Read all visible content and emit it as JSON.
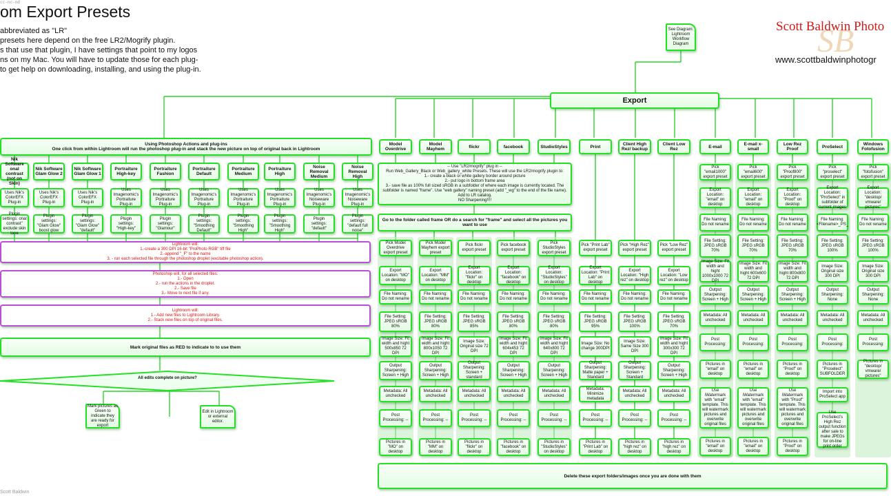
{
  "header": {
    "title": "om Export Presets",
    "intro_lines": [
      "abbreviated as \"LR\"",
      "presets here depend on the free LR2/Mogrify plugin.",
      "s that use that plugin, I have settings that point to my logos",
      "ns on my Mac. You will have to update those for each plug-",
      "to get help on downloading, installing, and using the plug-in."
    ],
    "corner_top": "cc-nc-nd",
    "corner_bottom": "Scott Baldwin"
  },
  "logo": {
    "initials": "SB",
    "name": "Scott Baldwin Photo",
    "url": "www.scottbaldwinphotogr"
  },
  "colors": {
    "node_border": "#24e024",
    "connector": "#2cd42c",
    "lightroom_box_border": "#b94fd6",
    "lightroom_text": "#dd1111",
    "name_red": "#d11a1a"
  },
  "diagram": {
    "see_diagram": "See Diagram: Lightroom Workflow Diagram",
    "export_root": "Export",
    "ps_section": {
      "header_line1": "Using Photoshop Actions and plug-ins",
      "header_line2": "One click from within Lightroom will run the photoshop plug-in and stack the new picture on top of original back in Lightroom",
      "columns": [
        {
          "name": "Nik Software onal contrast (not on Skin)",
          "plugin": "Uses Nik's ColorEFX Plug-in",
          "settings": "Plugin settings: onal contrast\" exclude skin tone"
        },
        {
          "name": "Nik Software Glam Glow 2",
          "plugin": "Uses Nik's ColorEFX Plug-in",
          "settings": "Plugin settings: \"Glam Glow\" boost glow"
        },
        {
          "name": "Nik Software Glam Glow 1",
          "plugin": "Uses Nik's ColorEFX Plug-in",
          "settings": "Plugin settings: \"Glam Glow\" \"default\""
        },
        {
          "name": "Portraiture High-key",
          "plugin": "Uses Imagenomic's Portraiture Plug-in",
          "settings": "Plugin settings: \"High-key\""
        },
        {
          "name": "Portraiture Fashion",
          "plugin": "Uses Imagenomic's Portraiture Plug-in",
          "settings": "Plugin settings: \"Glamour\""
        },
        {
          "name": "Portraiture Default",
          "plugin": "Uses Imagenomic's Portraiture Plug-in",
          "settings": "Plugin settings: \"Smoothing Default\""
        },
        {
          "name": "Portraiture Medium",
          "plugin": "Uses Imagenomic's Portraiture Plug-in",
          "settings": "Plugin settings: \"Smoothing High\""
        },
        {
          "name": "Portraiture High",
          "plugin": "Uses Imagenomic's Portraiture Plug-in",
          "settings": "Plugin settings: \"Smoothing High\""
        },
        {
          "name": "Noise Removal Medium",
          "plugin": "Uses Imagenomic's Noiseware Plug-in",
          "settings": "Plugin settings: \"default\""
        },
        {
          "name": "Noise Removal High",
          "plugin": "Uses Imagenomic's Noiseware Plug-in",
          "settings": "Plugin settings: \"default full noise\""
        }
      ],
      "lr_will_1_title": "Lightroom will:",
      "lr_will_1_lines": [
        "1.-create a 300 DPI 16-bit \"ProPhoto RGB\" tiff file",
        "2.-append \"_F\" to the name",
        "3. - run each selected file through the photoshop droplet (excitable photoshop action)."
      ],
      "ps_will_title": "Photoshop will, for all selected files:",
      "ps_will_lines": [
        "1.- Open",
        "2.- run the actions in the droplet.",
        "2.- Save file",
        "3.- Move to next file if any."
      ],
      "lr_will_2_title": "Lightroom will:",
      "lr_will_2_lines": [
        "1.- Add new files to Lightroom Library.",
        "2.- Stack new files on top of original files."
      ],
      "mark_red": "Mark original files as RED to indicate to to use them",
      "all_edits": "All edits complete on picture?",
      "mark_green": "Mark pictures as Green to indicate they are ready for export",
      "edit_lr": "Edit in Lightroom or external editor."
    },
    "mogrify": {
      "lines": [
        "-- Use \"LR2/mogrify\" plug in --",
        "Run Web_Gallery_Black or Web_gallery_white Presets. These will use the LR2/mogrify plugin to:",
        "1.- create a black or white gallery border around picture",
        "2.- put logo in bottom frame area",
        "3.- save file as 100% full sized sRGB in a subfolder of where each image is currently located. The subfolder is named \"frame\". Use \"web gallery\" naming preset (add \"_wg\" to the end of the file name). Add to LR catalog.",
        "NO Sharpening!!!!"
      ],
      "goto_folder": "Go to the folder called frame  OR  do a search for \"frame\" and select all the pictures you want to use"
    },
    "export_columns": [
      {
        "name": "Model Overdrive",
        "pick": "Pick Model Overdrive export preset",
        "location": "Export Location: \"MO\" on desktop",
        "naming": "File Naming: Do not rename",
        "setting": "File Setting: JPEG sRGB 80%",
        "size": "Image Size: Fit width and hight 500x850 72 DPI",
        "sharpen": "Output Sharpening: Screen + High",
        "meta": "Metadata: All unchecked",
        "post": "Post Processing: --",
        "pictures": "Pictures in \"MO\" on desktop"
      },
      {
        "name": "Model Mayhem",
        "pick": "Pick Model Mayhem export preset",
        "location": "Export Location: \"MM\" on desktop",
        "naming": "File Naming: Do not rename",
        "setting": "File Setting: JPEG sRGB 80%",
        "size": "Image Size: Fit width and hight 800x1050 72 DPI",
        "sharpen": "Output Sharpening: Screen + High",
        "meta": "Metadata: All unchecked",
        "post": "Post Processing: --",
        "pictures": "Pictures in \"MM\" on desktop"
      },
      {
        "name": "flickr",
        "pick": "Pick flickr export preset",
        "location": "Export Location: \"flickr\" on desktop",
        "naming": "File Naming: Do not rename",
        "setting": "File Setting: JPEG sRGB 85%",
        "size": "Image Size: Original size 72 DPI",
        "sharpen": "Output Sharpening: Screen + standard",
        "meta": "Metadata: All unchecked",
        "post": "Post Processing: --",
        "pictures": "Pictures in \"flickr\" on desktop"
      },
      {
        "name": "facebook",
        "pick": "Pick facebook export preset",
        "location": "Export Location: \"facebook\" on desktop",
        "naming": "File Naming: Do not rename",
        "setting": "File Setting: JPEG sRGB 80%",
        "size": "Image Size: Fit width and hight 604x453 72 DPI",
        "sharpen": "Output Sharpening: Screen + High",
        "meta": "Metadata: All unchecked",
        "post": "Post Processing: --",
        "pictures": "Pictures in \"facebook\" on desktop"
      },
      {
        "name": "StudioStyles",
        "pick": "Pick StudioStyles export preset",
        "location": "Export Location: \"StudioStyles\" on desktop",
        "naming": "File Naming: Do not rename",
        "setting": "File Setting: JPEG sRGB 80%",
        "size": "Image Size: Fit width and hight 640x800 72 DPI",
        "sharpen": "Output Sharpening: Screen + High",
        "meta": "Metadata: All unchecked",
        "post": "Post Processing: --",
        "pictures": "Pictures in \"StudioStyles\" on desktop"
      },
      {
        "name": "Print",
        "pick": "Pick \"Print Lab\" export preset",
        "location": "Export Location: \"Print Lab\" on desktop",
        "naming": "File Naming: Do not rename",
        "setting": "File Setting: JPEG sRGB 95%",
        "size": "Image Size: No change 300DPI",
        "sharpen": "Output Sharpening: Matte paper + Standard",
        "meta": "Metadata: Minimize metadata",
        "post": "Post Processing: --",
        "pictures": "Pictures in \"Print Lab\" on desktop"
      },
      {
        "name": "Client High Rez/ backup",
        "pick": "Pick \"High Rez\" export preset",
        "location": "Export Location: \"High rez\" on desktop",
        "naming": "File Naming: Do not rename",
        "setting": "File Setting: JPEG sRGB 100%",
        "size": "Image Size: Same Size 300 DPI",
        "sharpen": "Output Sharpening: Screen + Standard",
        "meta": "Metadata: All unchecked",
        "post": "Post Processing: --",
        "pictures": "Pictures in \"high rez\" on desktop"
      },
      {
        "name": "Client Low Rez",
        "pick": "Pick \"Low Rez\" export preset",
        "location": "Export Location: \"Low rez\" on desktop",
        "naming": "File Naming: Do not rename",
        "setting": "File Setting: JPEG sRGB 70%",
        "size": "Image Size: Fit width and hight 300x300 72 DPI",
        "sharpen": "Output Sharpening: Screen + High",
        "meta": "Metadata: All unchecked",
        "post": "Post Processing: --",
        "pictures": "Pictures in \"high rez\" on desktop"
      }
    ],
    "right_columns": [
      {
        "name": "E-mail",
        "pick": "Pick \"email1000\" export preset",
        "location": "Export Location: \"email\" on desktop",
        "naming": "File Naming: Do not rename",
        "setting": "File Setting: JPEG sRGB 70%",
        "size": "Image Size: Fit width and hight 1000x1000 72 DPI",
        "sharpen": "Output Sharpening: Screen + High",
        "meta": "Metadata: All unchecked",
        "post": "Post Processing:",
        "pictures": "Pictures in \"email\" on desktop",
        "extra": "Use iWatermark with \"email\" template. This will watermark pictures and overwrite original files",
        "final": "Pictures in \"email\" on desktop"
      },
      {
        "name": "E-mail x-small",
        "pick": "Pick \"email600\" export preset",
        "location": "Export Location: \"email\" on desktop",
        "naming": "File Naming: Do not rename",
        "setting": "File Setting: JPEG sRGB 70%",
        "size": "Image Size: Fit width and hight 600x600 72 DPI",
        "sharpen": "Output Sharpening: Screen + High",
        "meta": "Metadata: All unchecked",
        "post": "Post Processing:",
        "pictures": "Pictures in \"email\" on desktop",
        "extra": "Use iWatermark with \"email\" template. This will watermark pictures and overwrite original files",
        "final": "Pictures in \"email\" on desktop"
      },
      {
        "name": "Low Rez Proof",
        "pick": "Pick \"Proof800\" export preset",
        "location": "Export Location: \"Proof\" on desktop",
        "naming": "File Naming: Do not rename",
        "setting": "File Setting: JPEG sRGB 70%",
        "size": "Image Size: Fit width and hight 800x800 72 DPI",
        "sharpen": "Output Sharpening: Screen + High",
        "meta": "Metadata: All unchecked",
        "post": "Post Processing:",
        "pictures": "Pictures in \"Proof\" on desktop",
        "extra": "Use iWatermark with \"Proof\" template. This will watermark pictures and overwrite original files",
        "final": "Pictures in \"Proof\" on desktop"
      },
      {
        "name": "ProSelect",
        "pick": "Pick \"proselect\" export preset",
        "location": "Export Location: \"ProSelect\" in subfolder of current images",
        "naming": "File Naming: <Filename>_PS_",
        "setting": "File Setting: JPEG sRGB 100%",
        "size": "Image Size: Original size 300 DPI",
        "sharpen": "Output Sharpening: None",
        "meta": "Metadata: All unchecked",
        "post": "Post Processing:",
        "pictures": "Pictures in \"Proselect\" SUBFOLDER",
        "extra": "Import into ProSelect app",
        "final": "Use ProSelect's High Rez output function after sale to make JPEGs for on-line print order"
      },
      {
        "name": "Windows Fotofusion",
        "pick": "Pick \"fotofusion\" export preset",
        "location": "Export Location: \"desktop/ vmware/ pictures\"",
        "naming": "File Naming: Do not rename",
        "setting": "File Setting: JPEG sRGB 100%",
        "size": "Image Size: Original size 300 DPI",
        "sharpen": "Output Sharpening: None",
        "meta": "Metadata: All unchecked",
        "post": "Post Processing:",
        "pictures": "Pictures in \"desktop/ vmware/ pictures\"",
        "extra": "",
        "final": ""
      }
    ],
    "delete_note": "Delete these export folders/images once you are done with them"
  }
}
